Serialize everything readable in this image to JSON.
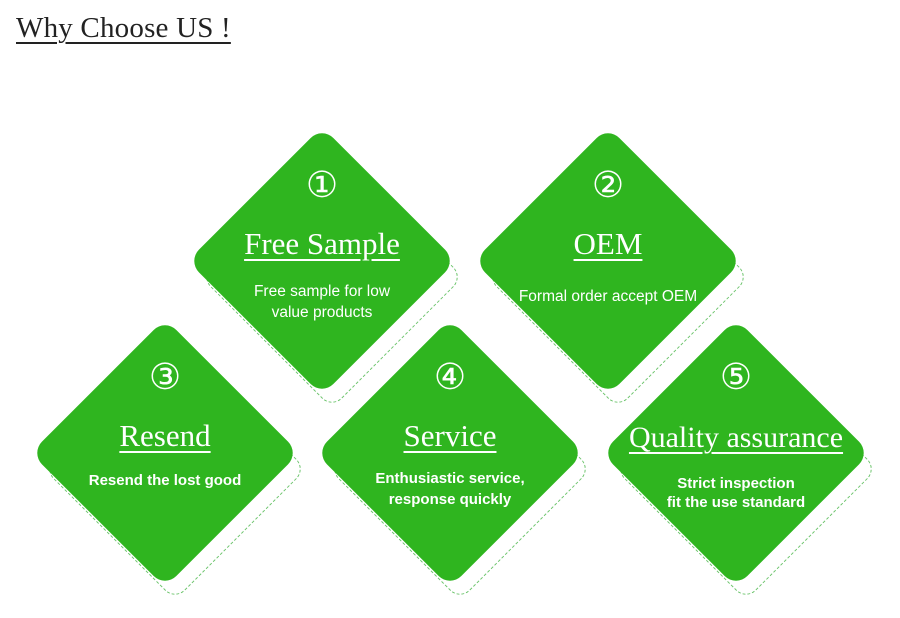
{
  "title": "Why Choose US !",
  "cards": [
    {
      "number": "①",
      "heading": "Free Sample",
      "lines": [
        "Free sample for low",
        "value products"
      ]
    },
    {
      "number": "②",
      "heading": "OEM",
      "lines": [
        "Formal order accept OEM"
      ]
    },
    {
      "number": "③",
      "heading": "Resend",
      "lines": [
        "Resend the lost good"
      ]
    },
    {
      "number": "④",
      "heading": "Service",
      "lines": [
        "Enthusiastic service,",
        "response quickly"
      ]
    },
    {
      "number": "⑤",
      "heading": "Quality assurance",
      "lines": [
        "Strict inspection",
        "fit the use standard"
      ]
    }
  ],
  "colors": {
    "card_green": "#2fb51f",
    "outline_green": "#6cc46c",
    "title_text": "#222222"
  }
}
